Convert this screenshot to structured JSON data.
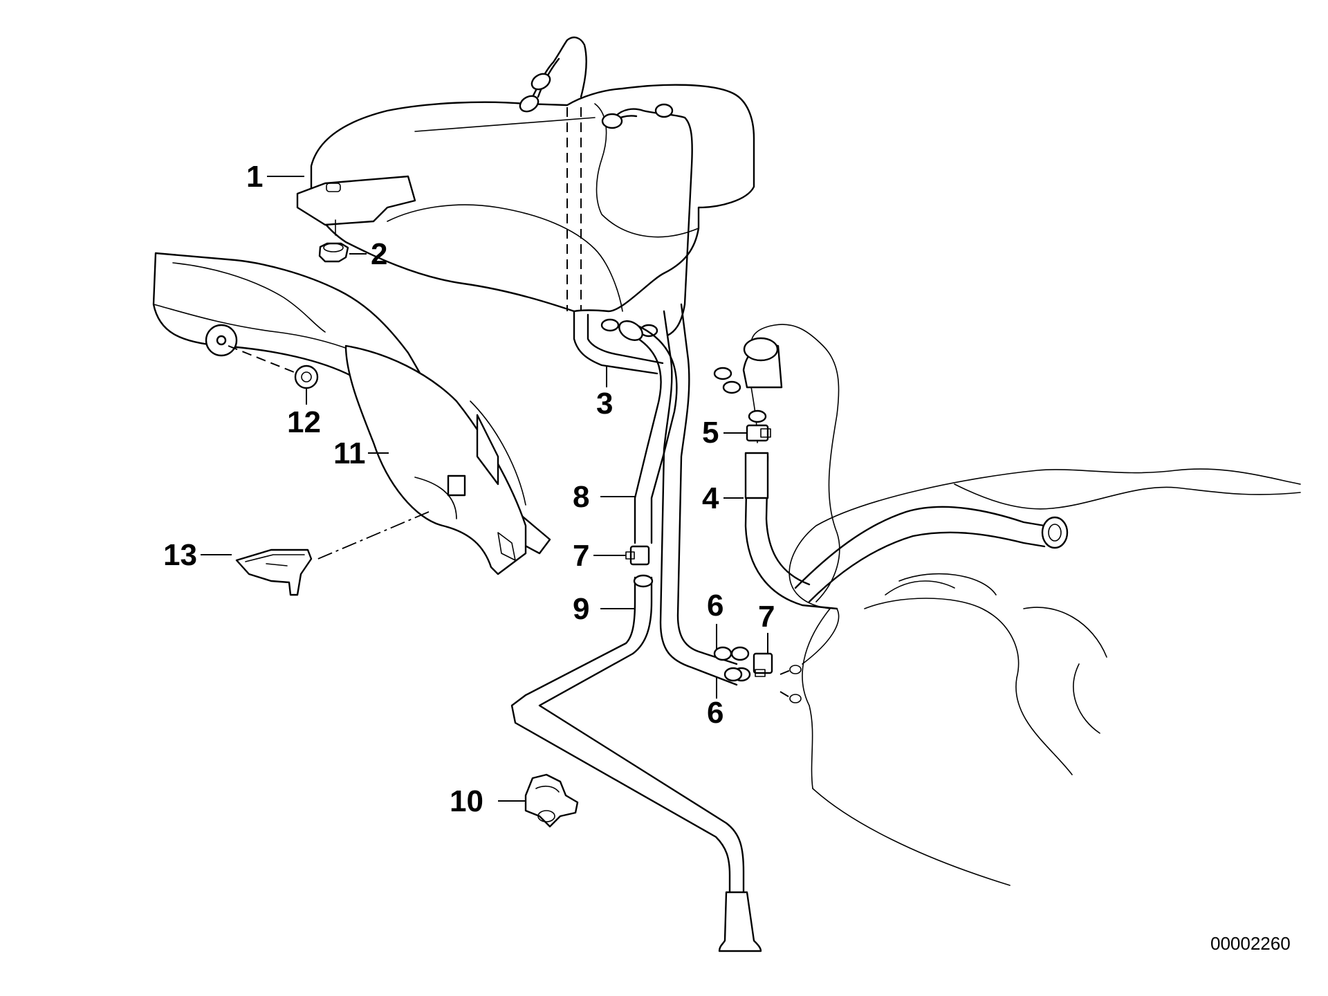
{
  "diagram": {
    "callouts": {
      "c1": "1",
      "c2": "2",
      "c3": "3",
      "c4": "4",
      "c5": "5",
      "c6a": "6",
      "c6b": "6",
      "c7a": "7",
      "c7b": "7",
      "c8": "8",
      "c9": "9",
      "c10": "10",
      "c11": "11",
      "c12": "12",
      "c13": "13"
    },
    "catalog_number": "00002260"
  }
}
